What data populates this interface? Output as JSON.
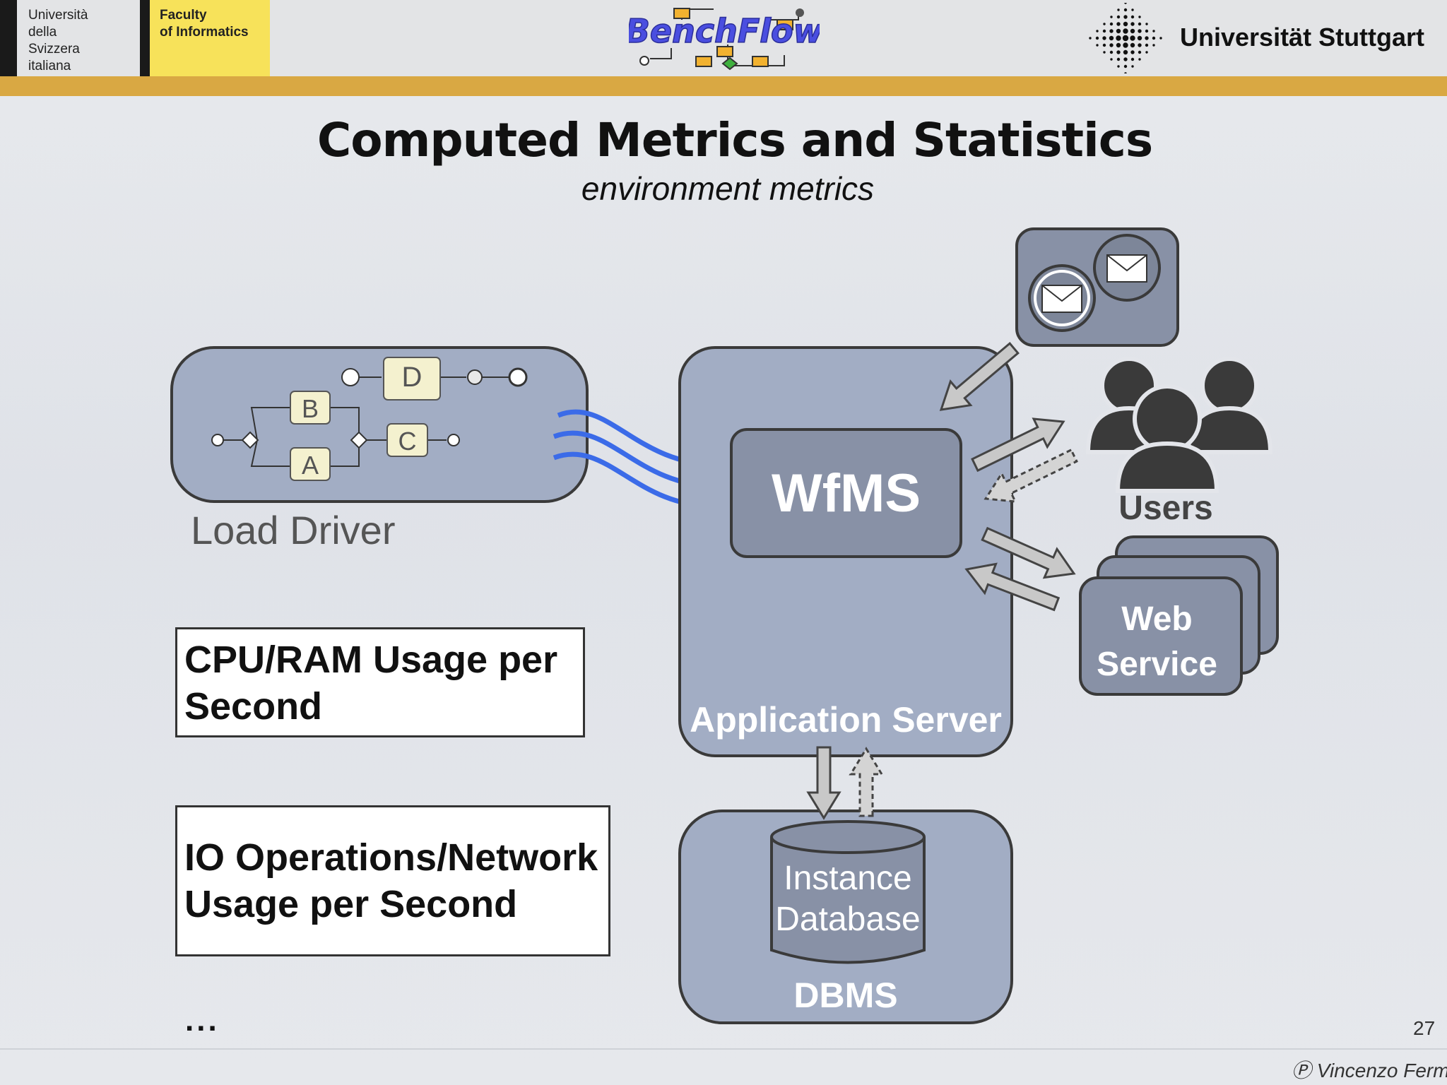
{
  "header": {
    "usi_name": "Università della Svizzera italiana",
    "usi_lines": [
      "Università",
      "della",
      "Svizzera",
      "italiana"
    ],
    "faculty_lines": [
      "Faculty",
      "of Informatics"
    ],
    "benchflow_logo": "BenchFlow",
    "stuttgart_name": "Universität Stuttgart"
  },
  "slide": {
    "title": "Computed Metrics and Statistics",
    "subtitle": "environment metrics"
  },
  "diagram": {
    "load_driver": "Load Driver",
    "bpmn_tasks": [
      "D",
      "B",
      "C",
      "A"
    ],
    "wfms": "WfMS",
    "application_server": "Application Server",
    "users": "Users",
    "web_service_lines": [
      "Web",
      "Service"
    ],
    "instance_db_lines": [
      "Instance",
      "Database"
    ],
    "dbms": "DBMS",
    "icons": [
      "envelope-icon",
      "envelope-icon",
      "users-icon"
    ],
    "colors": {
      "box_fill": "#a2adc4",
      "inner_fill": "#8891a6",
      "arrow_blue": "#3b6be8",
      "arrow_grey": "#c8c8c8"
    }
  },
  "metrics": {
    "box1_lines": [
      "CPU/RAM Usage per",
      "Second"
    ],
    "box2_lines": [
      "IO Operations/Network",
      "Usage per Second"
    ],
    "ellipsis": "..."
  },
  "footer": {
    "page_number": "27",
    "author": "Vincenzo Ferme"
  }
}
